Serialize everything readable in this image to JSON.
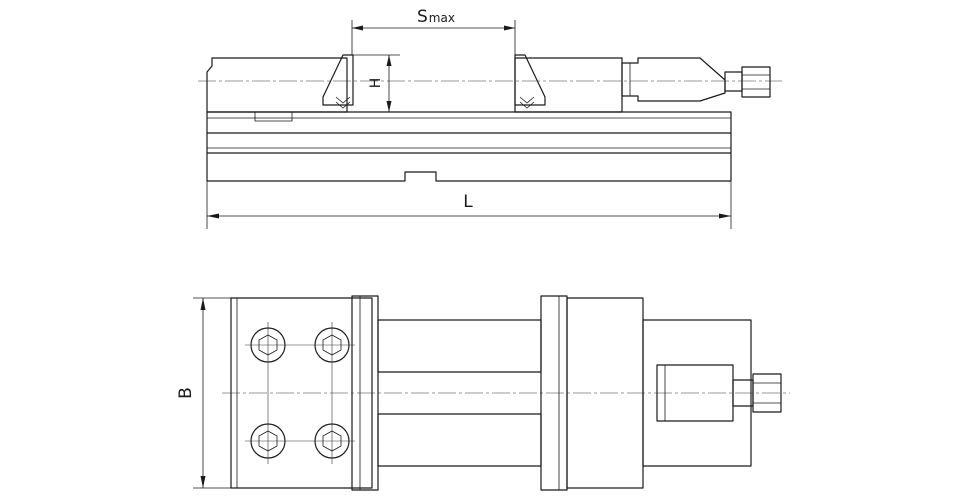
{
  "labels": {
    "s_main": "S",
    "s_sub": "max",
    "h": "H",
    "l": "L",
    "b": "B"
  }
}
